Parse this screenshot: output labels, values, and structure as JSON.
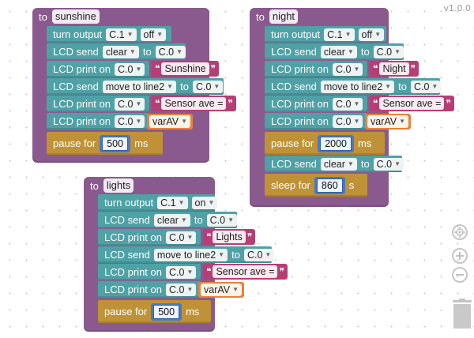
{
  "version": "v1.0.0",
  "colors": {
    "procedure": "#8a5a8f",
    "statement": "#4fa1a6",
    "timing": "#bf9238",
    "text": "#b53f74",
    "variable": "#e8823a",
    "number": "#4978c4"
  },
  "icons": {
    "zoom_reset": "target-icon",
    "zoom_in": "plus-icon",
    "zoom_out": "minus-icon",
    "trash": "trash-can-icon"
  },
  "procedures": {
    "sunshine": {
      "to": "to",
      "name": "sunshine",
      "turn_output": {
        "label": "turn output",
        "pin": "C.1",
        "state": "off"
      },
      "send_clear": {
        "label": "LCD send",
        "cmd": "clear",
        "to": "to",
        "dev": "C.0"
      },
      "print1": {
        "label": "LCD print on",
        "dev": "C.0",
        "text": "Sunshine"
      },
      "send_move": {
        "label": "LCD send",
        "cmd": "move to line2",
        "to": "to",
        "dev": "C.0"
      },
      "print2": {
        "label": "LCD print on",
        "dev": "C.0",
        "text": "Sensor ave ="
      },
      "print3": {
        "label": "LCD print on",
        "dev": "C.0",
        "var": "varAV"
      },
      "pause": {
        "label": "pause for",
        "value": "500",
        "unit": "ms"
      }
    },
    "night": {
      "to": "to",
      "name": "night",
      "turn_output": {
        "label": "turn output",
        "pin": "C.1",
        "state": "off"
      },
      "send_clear": {
        "label": "LCD send",
        "cmd": "clear",
        "to": "to",
        "dev": "C.0"
      },
      "print1": {
        "label": "LCD print on",
        "dev": "C.0",
        "text": "Night"
      },
      "send_move": {
        "label": "LCD send",
        "cmd": "move to line2",
        "to": "to",
        "dev": "C.0"
      },
      "print2": {
        "label": "LCD print on",
        "dev": "C.0",
        "text": "Sensor ave ="
      },
      "print3": {
        "label": "LCD print on",
        "dev": "C.0",
        "var": "varAV"
      },
      "pause": {
        "label": "pause for",
        "value": "2000",
        "unit": "ms"
      },
      "send_clear2": {
        "label": "LCD send",
        "cmd": "clear",
        "to": "to",
        "dev": "C.0"
      },
      "sleep": {
        "label": "sleep for",
        "value": "860",
        "unit": "s"
      }
    },
    "lights": {
      "to": "to",
      "name": "lights",
      "turn_output": {
        "label": "turn output",
        "pin": "C.1",
        "state": "on"
      },
      "send_clear": {
        "label": "LCD send",
        "cmd": "clear",
        "to": "to",
        "dev": "C.0"
      },
      "print1": {
        "label": "LCD print on",
        "dev": "C.0",
        "text": "Lights"
      },
      "send_move": {
        "label": "LCD send",
        "cmd": "move to line2",
        "to": "to",
        "dev": "C.0"
      },
      "print2": {
        "label": "LCD print on",
        "dev": "C.0",
        "text": "Sensor ave ="
      },
      "print3": {
        "label": "LCD print on",
        "dev": "C.0",
        "var": "varAV"
      },
      "pause": {
        "label": "pause for",
        "value": "500",
        "unit": "ms"
      }
    }
  }
}
